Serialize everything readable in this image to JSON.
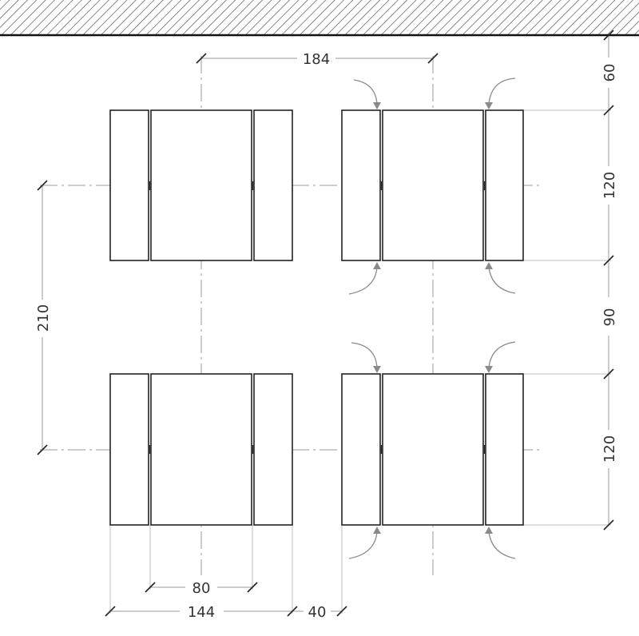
{
  "dimensions": {
    "spacing_horizontal": "184",
    "spacing_vertical": "210",
    "clearance_top": "60",
    "module_height_top": "120",
    "gap_between_rows": "90",
    "module_height_bottom": "120",
    "center_panel_width": "80",
    "module_width": "144",
    "gap_between_modules": "40"
  },
  "colors": {
    "outline": "#222222",
    "axis": "#9a9a9a",
    "hatch": "#555555"
  }
}
